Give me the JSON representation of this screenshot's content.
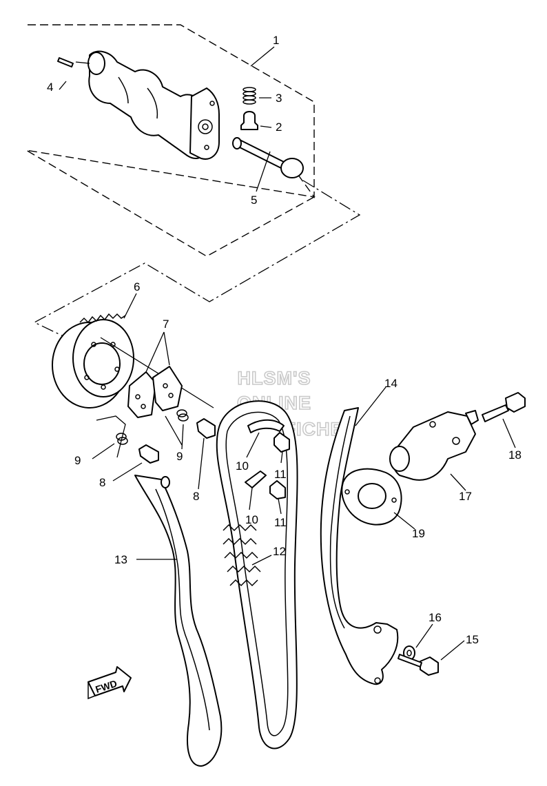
{
  "callouts": {
    "c1": "1",
    "c2": "2",
    "c3": "3",
    "c4": "4",
    "c5": "5",
    "c6": "6",
    "c7": "7",
    "c8a": "8",
    "c8b": "8",
    "c9a": "9",
    "c9b": "9",
    "c10a": "10",
    "c10b": "10",
    "c11a": "11",
    "c11b": "11",
    "c12": "12",
    "c13": "13",
    "c14": "14",
    "c15": "15",
    "c16": "16",
    "c17": "17",
    "c18": "18",
    "c19": "19"
  },
  "watermark": {
    "line1": "HLSM'S",
    "line2": "ONLINE",
    "line3": "MICROFICHE"
  },
  "direction_arrow": {
    "label": "FWD"
  },
  "icons": {
    "camshaft": "camshaft-icon",
    "sprocket": "cam-sprocket-icon",
    "chain": "timing-chain-icon",
    "tensioner": "chain-tensioner-icon"
  }
}
